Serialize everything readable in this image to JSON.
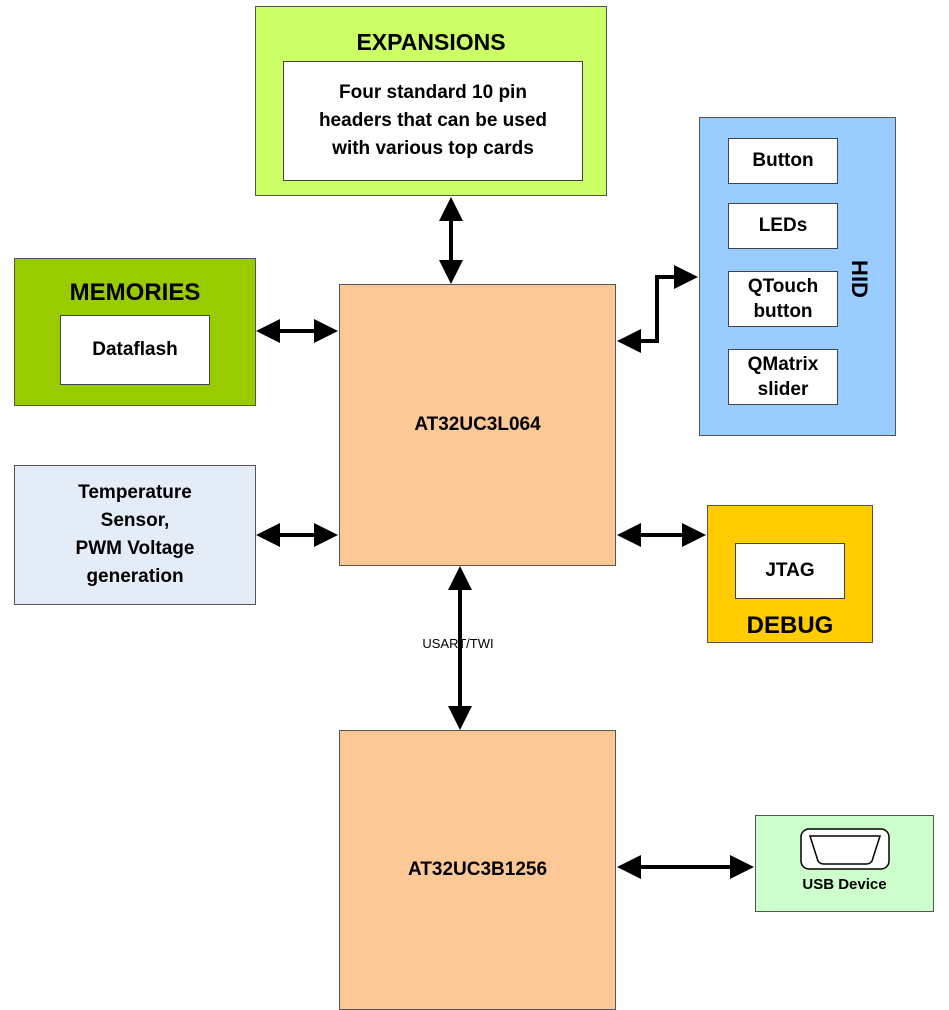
{
  "expansions": {
    "title": "EXPANSIONS",
    "line1": "Four standard 10 pin",
    "line2": "headers that can be used",
    "line3": "with various top cards",
    "color": "#ccff66"
  },
  "memories": {
    "title": "MEMORIES",
    "item": "Dataflash",
    "color": "#99cc00"
  },
  "hid": {
    "title": "HID",
    "items": [
      {
        "line1": "Button",
        "line2": ""
      },
      {
        "line1": "LEDs",
        "line2": ""
      },
      {
        "line1": "QTouch",
        "line2": "button"
      },
      {
        "line1": "QMatrix",
        "line2": "slider"
      }
    ],
    "color": "#99ccff"
  },
  "sensor": {
    "line1": "Temperature",
    "line2": "Sensor,",
    "line3": "PWM Voltage",
    "line4": "generation",
    "color": "#e4ecf7"
  },
  "debug": {
    "title": "DEBUG",
    "item": "JTAG",
    "color": "#ffcc00"
  },
  "mcu_main": {
    "label": "AT32UC3L064",
    "color": "#fcc996"
  },
  "mcu_bridge": {
    "label": "AT32UC3B1256",
    "color": "#fcc996"
  },
  "link_label": "USART/TWI",
  "usb": {
    "label": "USB Device",
    "color": "#ccffcc"
  }
}
